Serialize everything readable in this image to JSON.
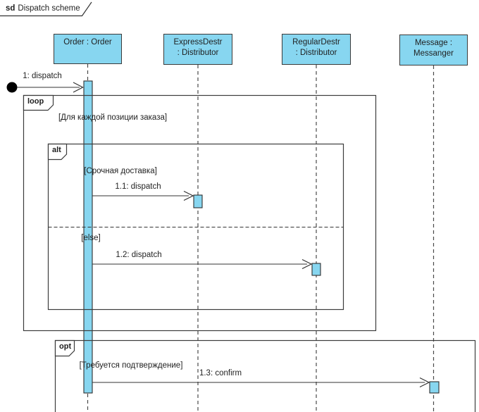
{
  "frame": {
    "keyword": "sd",
    "title": "Dispatch scheme"
  },
  "lifelines": [
    {
      "id": "order",
      "line1": "Order : Order",
      "line2": ""
    },
    {
      "id": "express-destr",
      "line1": "ExpressDestr",
      "line2": ": Distributor"
    },
    {
      "id": "regular-destr",
      "line1": "RegularDestr",
      "line2": ": Distributor"
    },
    {
      "id": "messanger",
      "line1": "Message :",
      "line2": "Messanger"
    }
  ],
  "messages": {
    "m1": "1: dispatch",
    "m11": "1.1: dispatch",
    "m12": "1.2: dispatch",
    "m13": "1.3: confirm"
  },
  "fragments": {
    "loop": {
      "operator": "loop",
      "guard": "[Для каждой позиции заказа]"
    },
    "alt": {
      "operator": "alt",
      "guard_main": "[Срочная доставка]",
      "guard_else": "[else]"
    },
    "opt": {
      "operator": "opt",
      "guard": "[Требуется подтверждение]"
    }
  },
  "colors": {
    "head_fill": "#87d6f0",
    "activation_fill": "#87d6f0",
    "line": "#3c3c3c"
  }
}
